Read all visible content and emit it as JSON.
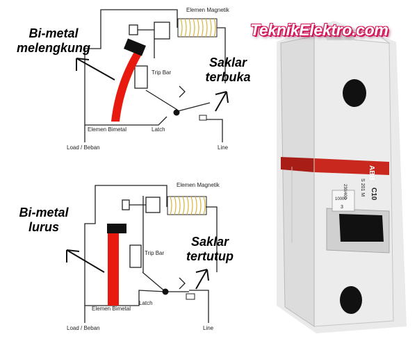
{
  "brand": {
    "text": "TeknikElektro.com",
    "shadow_color": "#d4145a"
  },
  "top_diagram": {
    "state_label_line1": "Bi-metal",
    "state_label_line2": "melengkung",
    "switch_label_line1": "Saklar",
    "switch_label_line2": "terbuka",
    "magnet_label": "Elemen Magnetik",
    "trip_bar_label": "Trip Bar",
    "bimetal_label": "Elemen Bimetal",
    "latch_label": "Latch",
    "load_label": "Load / Beban",
    "line_label": "Line"
  },
  "bottom_diagram": {
    "state_label_line1": "Bi-metal",
    "state_label_line2": "lurus",
    "switch_label_line1": "Saklar",
    "switch_label_line2": "tertutup",
    "magnet_label": "Elemen Magnetik",
    "trip_bar_label": "Trip Bar",
    "bimetal_label": "Elemen Bimetal",
    "latch_label": "Latch",
    "load_label": "Load / Beban",
    "line_label": "Line"
  },
  "breaker": {
    "brand_logo": "ABB",
    "model": "S 201 M",
    "rating": "C10",
    "voltage": "230/400",
    "code": "10000",
    "position_mark": "3"
  },
  "colors": {
    "bimetal": "#e8190e",
    "bimetal_cap": "#111111",
    "coil": "#e2c04a",
    "wire": "#222222",
    "breaker_body": "#e9e9e9",
    "breaker_stripe": "#c8281e"
  }
}
